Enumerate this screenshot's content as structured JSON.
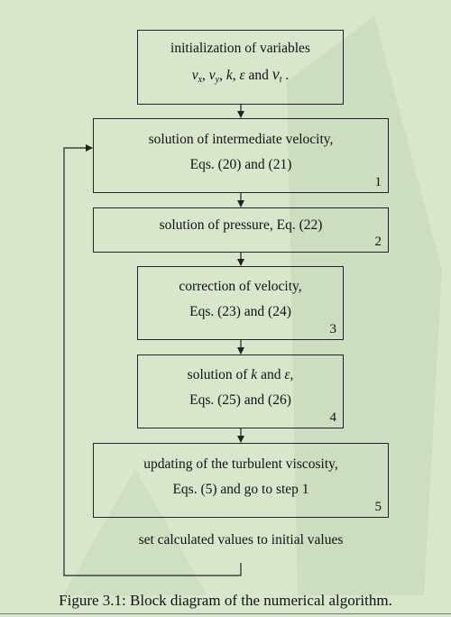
{
  "diagram": {
    "init": {
      "line1": "initialization of variables",
      "var1_base": "v",
      "var1_sub": "x",
      "var2_base": "v",
      "var2_sub": "y",
      "var3": "k",
      "var4": "ε",
      "and_text": "and",
      "var5_base": "ν",
      "var5_sub": "t",
      "sep1": ",",
      "sep2": ",",
      "sep3": ",",
      "end": "."
    },
    "steps": [
      {
        "line1": "solution of intermediate velocity,",
        "line2": "Eqs. (20) and (21)",
        "number": "1"
      },
      {
        "line1": "solution of pressure, Eq. (22)",
        "line2": "",
        "number": "2"
      },
      {
        "line1": "correction of velocity,",
        "line2": "Eqs. (23) and (24)",
        "number": "3"
      },
      {
        "line1_a": "solution of",
        "line1_k": "k",
        "line1_and": "and",
        "line1_eps": "ε",
        "line1_end": ",",
        "line2": "Eqs. (25) and (26)",
        "number": "4"
      },
      {
        "line1": "updating of the turbulent viscosity,",
        "line2": "Eqs. (5) and go to step 1",
        "number": "5"
      }
    ],
    "loop_label": "set calculated values to initial values"
  },
  "caption": "Figure 3.1: Block diagram of the numerical algorithm.",
  "colors": {
    "background": "#d8e6cc",
    "watermark": "#c4d6b6",
    "stroke": "#222222"
  }
}
